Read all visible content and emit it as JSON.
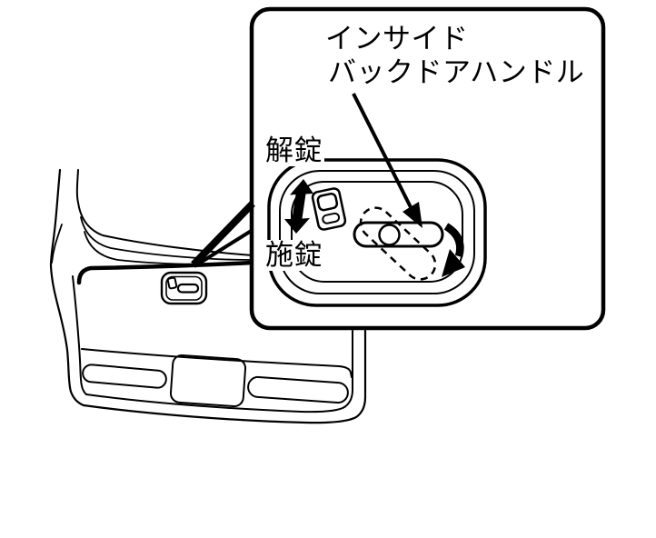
{
  "illustration": {
    "description": "Vehicle back door line drawing with magnified callout of the inside back door handle",
    "callout_label": {
      "line1": "インサイド",
      "line2": "バックドアハンドル"
    },
    "unlock_label": "解錠",
    "lock_label": "施錠",
    "colors": {
      "line": "#000000",
      "background": "#ffffff"
    }
  }
}
